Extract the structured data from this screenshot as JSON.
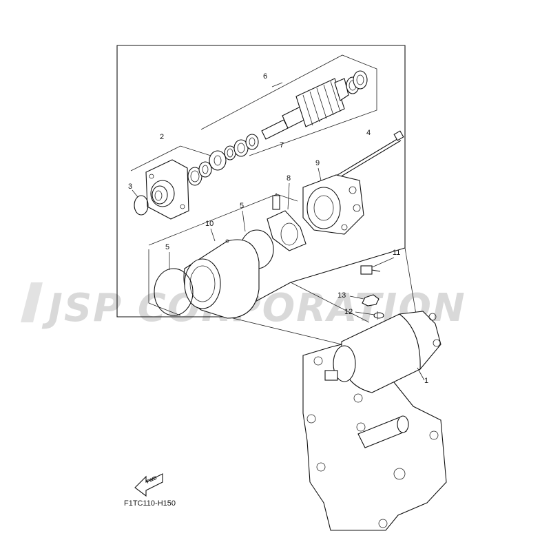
{
  "watermark": "JSP CORPORATION",
  "diagram_code": "F1TC110-H150",
  "fwd_label": "FWD",
  "callouts": {
    "c1": "1",
    "c2": "2",
    "c3": "3",
    "c4": "4",
    "c5a": "5",
    "c5b": "5",
    "c6": "6",
    "c7": "7",
    "c8": "8",
    "c9": "9",
    "c10": "10",
    "c11": "11",
    "c12": "12",
    "c13": "13"
  }
}
